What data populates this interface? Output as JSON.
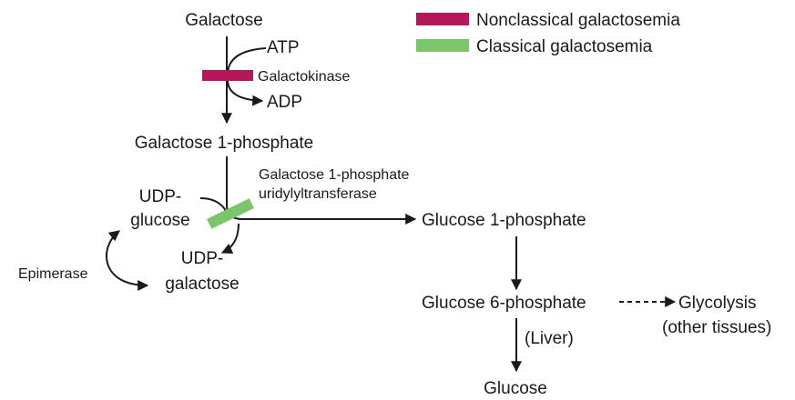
{
  "colors": {
    "nonclassical": "#b5185a",
    "classical": "#7dc56b",
    "line": "#1a1a1a"
  },
  "legend": {
    "nonclassical_label": "Nonclassical galactosemia",
    "classical_label": "Classical galactosemia"
  },
  "nodes": {
    "galactose": "Galactose",
    "galactose_1_phosphate": "Galactose 1-phosphate",
    "udp_glucose_line1": "UDP-",
    "udp_glucose_line2": "glucose",
    "udp_galactose_line1": "UDP-",
    "udp_galactose_line2": "galactose",
    "glucose_1_phosphate": "Glucose 1-phosphate",
    "glucose_6_phosphate": "Glucose 6-phosphate",
    "glycolysis_line1": "Glycolysis",
    "glycolysis_line2": "(other tissues)",
    "glucose": "Glucose"
  },
  "cofactors": {
    "atp": "ATP",
    "adp": "ADP"
  },
  "enzymes": {
    "galactokinase": "Galactokinase",
    "uridylyltransferase_line1": "Galactose 1-phosphate",
    "uridylyltransferase_line2": "uridylyltransferase",
    "epimerase": "Epimerase",
    "liver": "(Liver)"
  }
}
